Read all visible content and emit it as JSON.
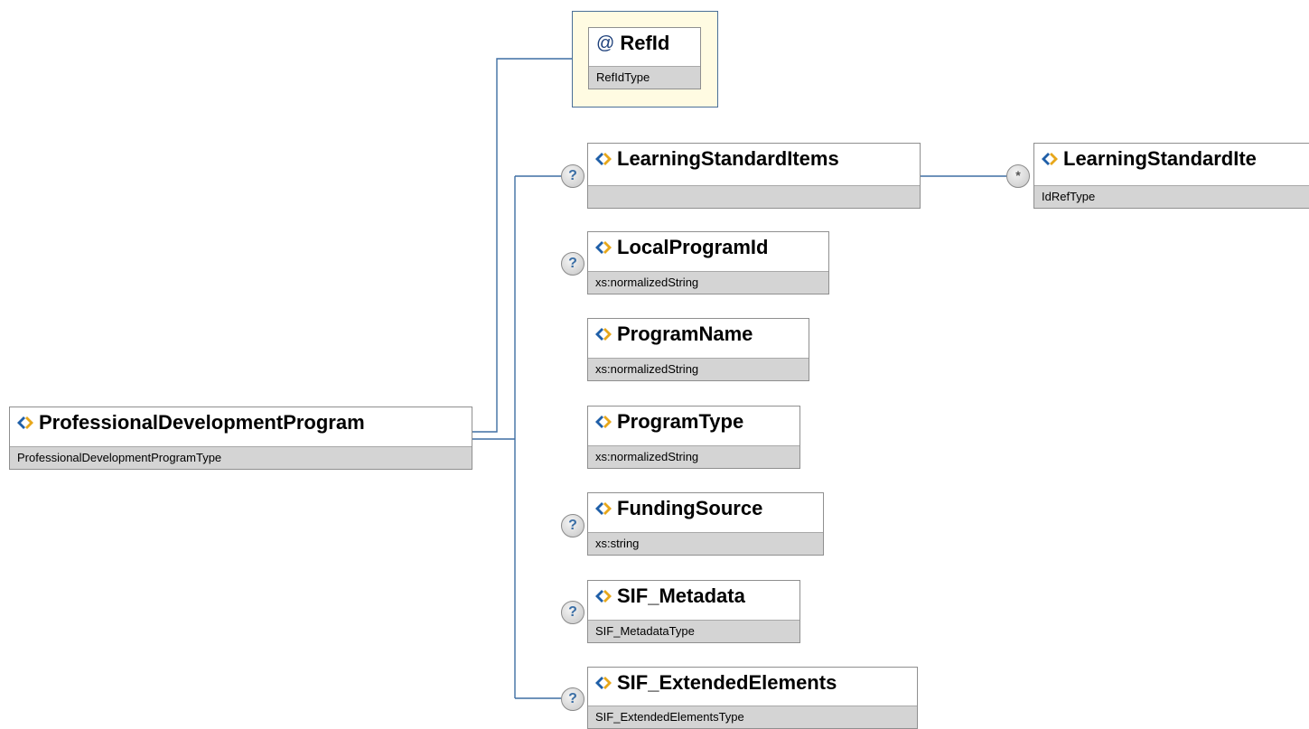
{
  "root": {
    "name": "ProfessionalDevelopmentProgram",
    "type": "ProfessionalDevelopmentProgramType"
  },
  "attribute": {
    "symbol": "@",
    "name": "RefId",
    "type": "RefIdType"
  },
  "children": [
    {
      "name": "LearningStandardItems",
      "type": "",
      "optional_marker": "?"
    },
    {
      "name": "LocalProgramId",
      "type": "xs:normalizedString",
      "optional_marker": "?"
    },
    {
      "name": "ProgramName",
      "type": "xs:normalizedString",
      "optional_marker": ""
    },
    {
      "name": "ProgramType",
      "type": "xs:normalizedString",
      "optional_marker": ""
    },
    {
      "name": "FundingSource",
      "type": "xs:string",
      "optional_marker": "?"
    },
    {
      "name": "SIF_Metadata",
      "type": "SIF_MetadataType",
      "optional_marker": "?"
    },
    {
      "name": "SIF_ExtendedElements",
      "type": "SIF_ExtendedElementsType",
      "optional_marker": "?"
    }
  ],
  "grandchild": {
    "name": "LearningStandardIte",
    "type": "IdRefType",
    "multiplicity_marker": "*"
  },
  "colors": {
    "connector": "#3f6ea3",
    "type_bar": "#d4d4d4",
    "attribute_bg": "#fffbe2",
    "icon_blue": "#1f5fa8",
    "icon_gold": "#e7a71b"
  }
}
